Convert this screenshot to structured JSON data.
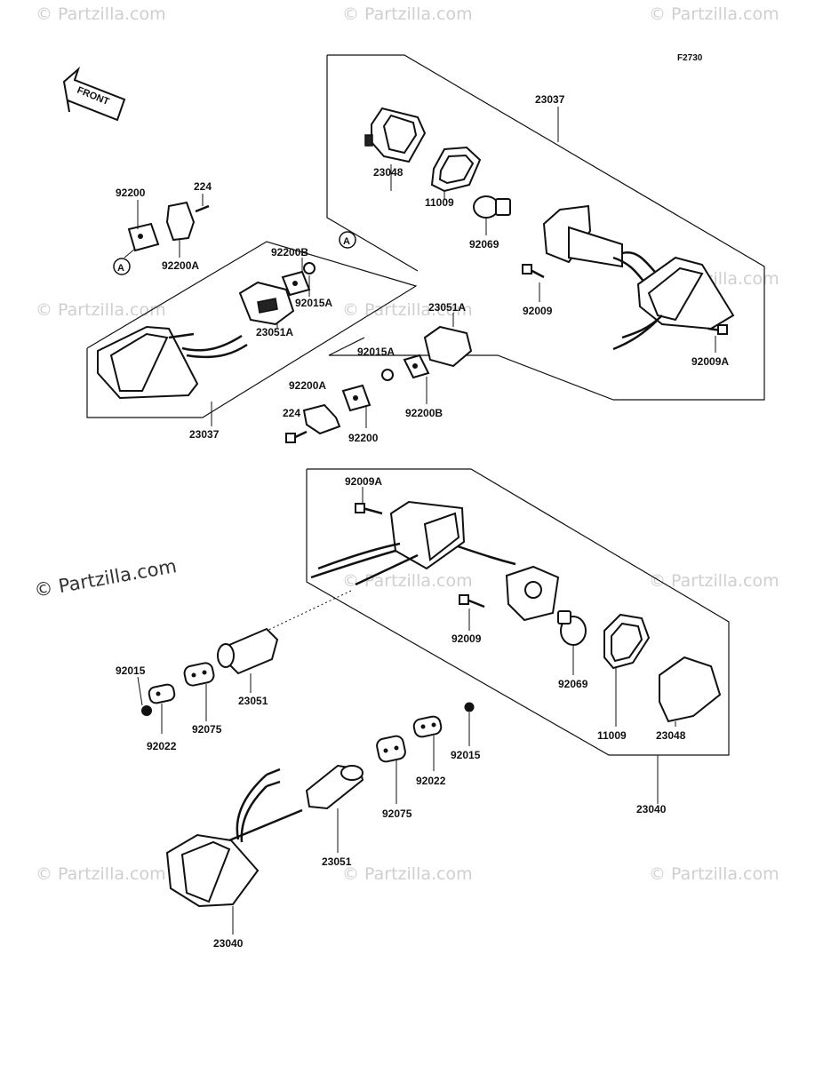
{
  "figure_code": "F2730",
  "front_arrow_label": "FRONT",
  "ref_marker": "A",
  "watermark": "© Partzilla.com",
  "labels": {
    "l_23037_top": "23037",
    "l_23048_top": "23048",
    "l_11009_top": "11009",
    "l_92069_top": "92069",
    "l_92009_top": "92009",
    "l_92009A_top": "92009A",
    "l_92200_tl": "92200",
    "l_224_tl": "224",
    "l_92200A_tl": "92200A",
    "l_92200B_tl": "92200B",
    "l_92015A_tl": "92015A",
    "l_23051A_tl": "23051A",
    "l_23037_left": "23037",
    "l_23051A_mid": "23051A",
    "l_92015A_mid": "92015A",
    "l_92200B_mid": "92200B",
    "l_92200A_mid": "92200A",
    "l_224_mid": "224",
    "l_92200_mid": "92200",
    "l_92009A_low": "92009A",
    "l_92009_low": "92009",
    "l_92069_low": "92069",
    "l_11009_low": "11009",
    "l_23048_low": "23048",
    "l_23040_right": "23040",
    "l_92015_left": "92015",
    "l_92022_left": "92022",
    "l_92075_left": "92075",
    "l_23051_left": "23051",
    "l_92015_mid": "92015",
    "l_92022_mid": "92022",
    "l_92075_mid": "92075",
    "l_23051_bot": "23051",
    "l_23040_bot": "23040"
  }
}
